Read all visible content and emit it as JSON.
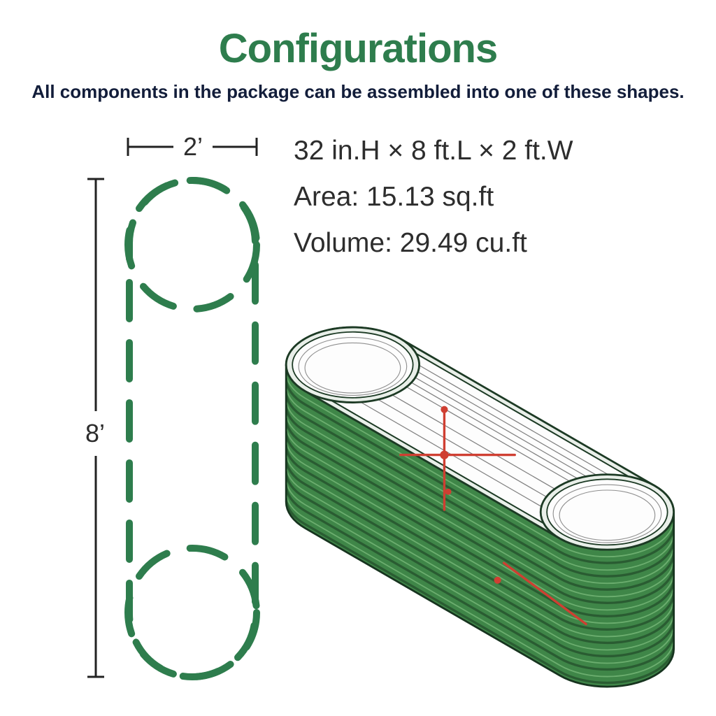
{
  "page": {
    "title": "Configurations",
    "subtitle": "All components in the package can be assembled into one of these shapes."
  },
  "specs": {
    "dimensions": "32 in.H × 8 ft.L × 2 ft.W",
    "area": "Area: 15.13 sq.ft",
    "volume": "Volume: 29.49 cu.ft"
  },
  "diagram": {
    "width_label": "2’",
    "height_label": "8’"
  },
  "colors": {
    "brand_green": "#2e7d4d",
    "subtitle_color": "#121d3a",
    "text_dark": "#2d2d2d",
    "dim_color": "#222222",
    "bed_green": "#3f8648",
    "bed_green_dark": "#2a5c32",
    "bed_green_light": "#74b577",
    "accent_red": "#cf3f32"
  }
}
